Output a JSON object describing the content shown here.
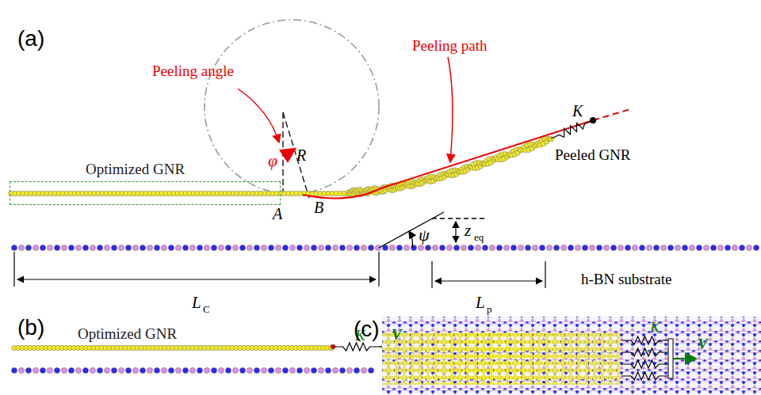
{
  "diagram": {
    "nodes": [
      {
        "text": [
          "Optimized GNR"
        ]
      }
    ],
    "labels": [
      "(a)",
      "Peeling angle",
      "Peeling path",
      "φ",
      "R",
      "A",
      "B",
      "K",
      "Peeled GNR",
      "ψ",
      "z",
      "eq",
      "L",
      "C",
      "L",
      "p",
      "h-BN substrate",
      "(b)",
      "Optimized GNR",
      "K",
      "V",
      "(c)",
      "K",
      "V"
    ]
  }
}
